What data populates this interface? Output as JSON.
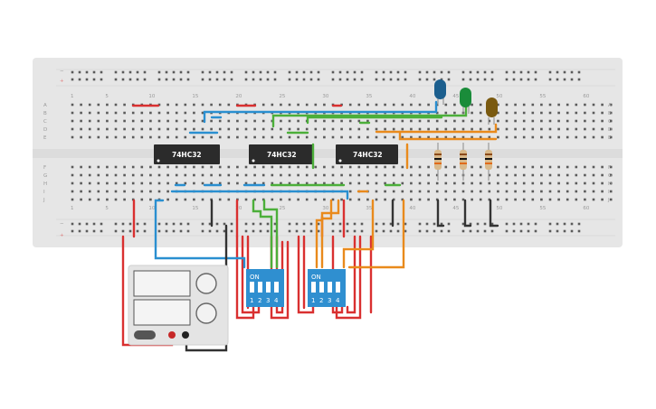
{
  "breadboard": {
    "column_numbers": [
      "1",
      "5",
      "10",
      "15",
      "20",
      "25",
      "30",
      "35",
      "40",
      "45",
      "50",
      "55",
      "60"
    ],
    "row_letters_top": [
      "A",
      "B",
      "C",
      "D",
      "E"
    ],
    "row_letters_bottom": [
      "F",
      "G",
      "H",
      "I",
      "J"
    ],
    "rail_plus": "+",
    "rail_minus": "−"
  },
  "chips": [
    {
      "label": "74HC32"
    },
    {
      "label": "74HC32"
    },
    {
      "label": "74HC32"
    }
  ],
  "leds": [
    {
      "color": "#1c5f8e"
    },
    {
      "color": "#1a8c3a"
    },
    {
      "color": "#7a5a10"
    }
  ],
  "dip_switches": [
    {
      "on_label": "ON",
      "positions": [
        "1",
        "2",
        "3",
        "4"
      ]
    },
    {
      "on_label": "ON",
      "positions": [
        "1",
        "2",
        "3",
        "4"
      ]
    }
  ],
  "colors": {
    "wire_red": "#d93030",
    "wire_blue": "#2a8fd0",
    "wire_green": "#4caf3a",
    "wire_orange": "#e98a1c",
    "wire_black": "#333333",
    "board": "#e8e8e8",
    "chip": "#2b2b2b",
    "dip": "#2f8fd0"
  }
}
